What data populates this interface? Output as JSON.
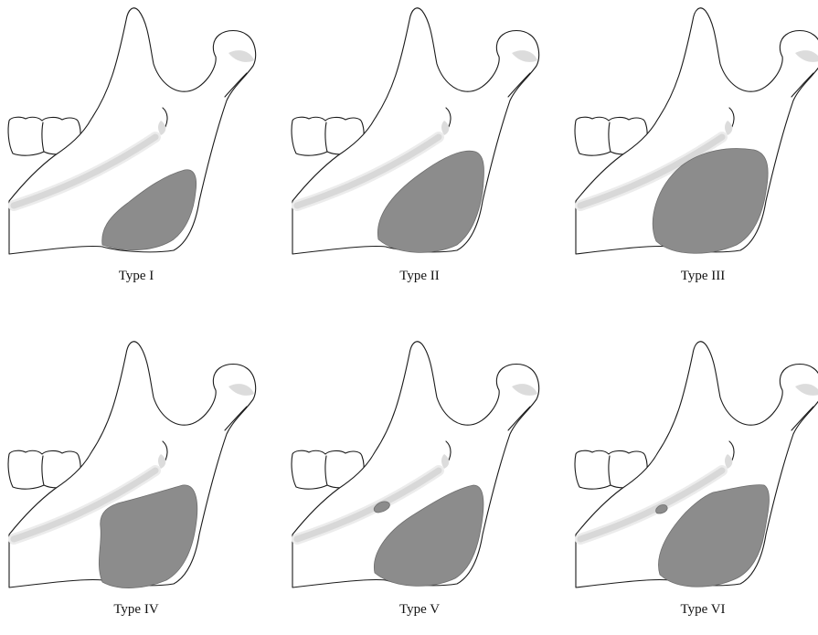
{
  "figure": {
    "panels": [
      {
        "id": "type-1",
        "label": "Type I",
        "variant": 1
      },
      {
        "id": "type-2",
        "label": "Type II",
        "variant": 2
      },
      {
        "id": "type-3",
        "label": "Type III",
        "variant": 3
      },
      {
        "id": "type-4",
        "label": "Type IV",
        "variant": 4
      },
      {
        "id": "type-5",
        "label": "Type V",
        "variant": 5
      },
      {
        "id": "type-6",
        "label": "Type VI",
        "variant": 6
      }
    ],
    "colors": {
      "lesion": "#8c8c8c",
      "outline": "#1a1a1a",
      "background": "#ffffff"
    }
  }
}
